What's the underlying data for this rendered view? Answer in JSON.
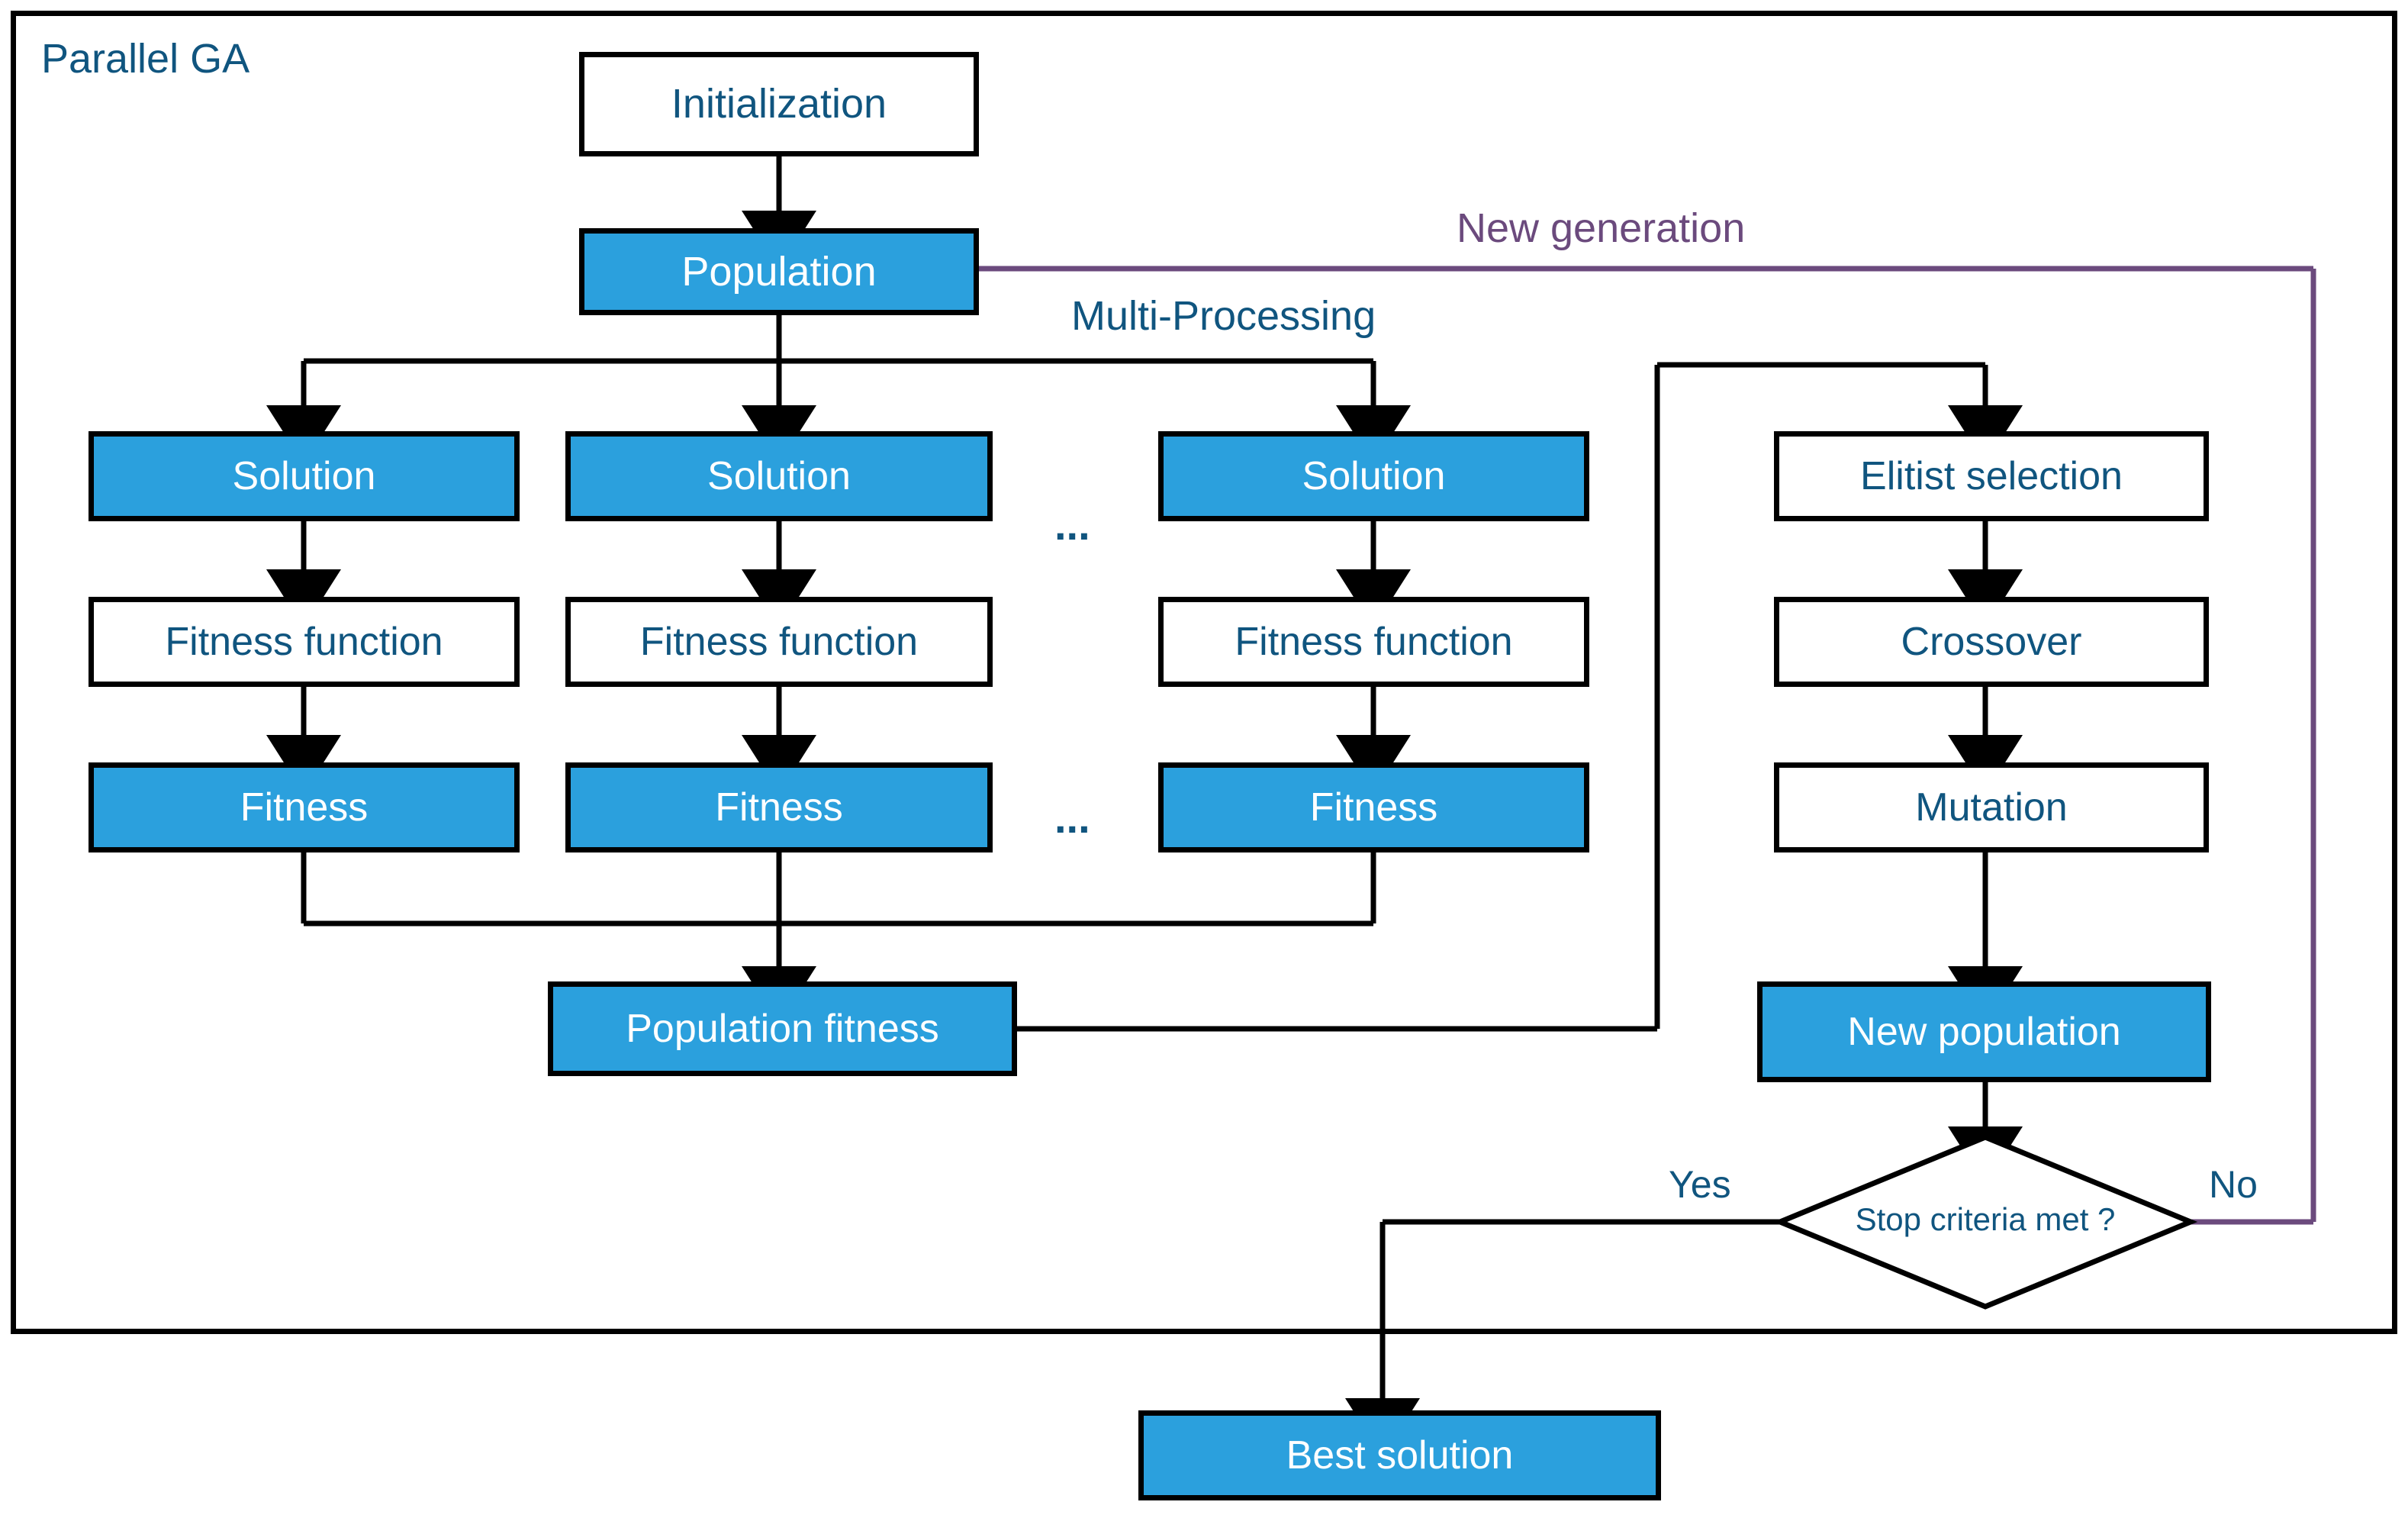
{
  "diagram": {
    "title": "Parallel GA",
    "frame_label": "Parallel GA",
    "colors": {
      "accent_blue_fill": "#2ba0dd",
      "text_dark_blue": "#10557f",
      "text_on_blue": "#ffffff",
      "stroke_black": "#000000",
      "feedback_purple": "#6b4a7d"
    },
    "annotations": {
      "new_generation": "New generation",
      "multi_processing": "Multi-Processing",
      "yes": "Yes",
      "no": "No",
      "ellipsis_solution_row": "...",
      "ellipsis_fitness_row": "..."
    },
    "nodes": {
      "initialization": "Initialization",
      "population": "Population",
      "solution_1": "Solution",
      "solution_2": "Solution",
      "solution_3": "Solution",
      "fitness_function_1": "Fitness function",
      "fitness_function_2": "Fitness function",
      "fitness_function_3": "Fitness function",
      "fitness_1": "Fitness",
      "fitness_2": "Fitness",
      "fitness_3": "Fitness",
      "population_fitness": "Population fitness",
      "elitist_selection": "Elitist selection",
      "crossover": "Crossover",
      "mutation": "Mutation",
      "new_population": "New population",
      "stop_criteria": "Stop criteria met ?",
      "best_solution": "Best solution"
    }
  }
}
